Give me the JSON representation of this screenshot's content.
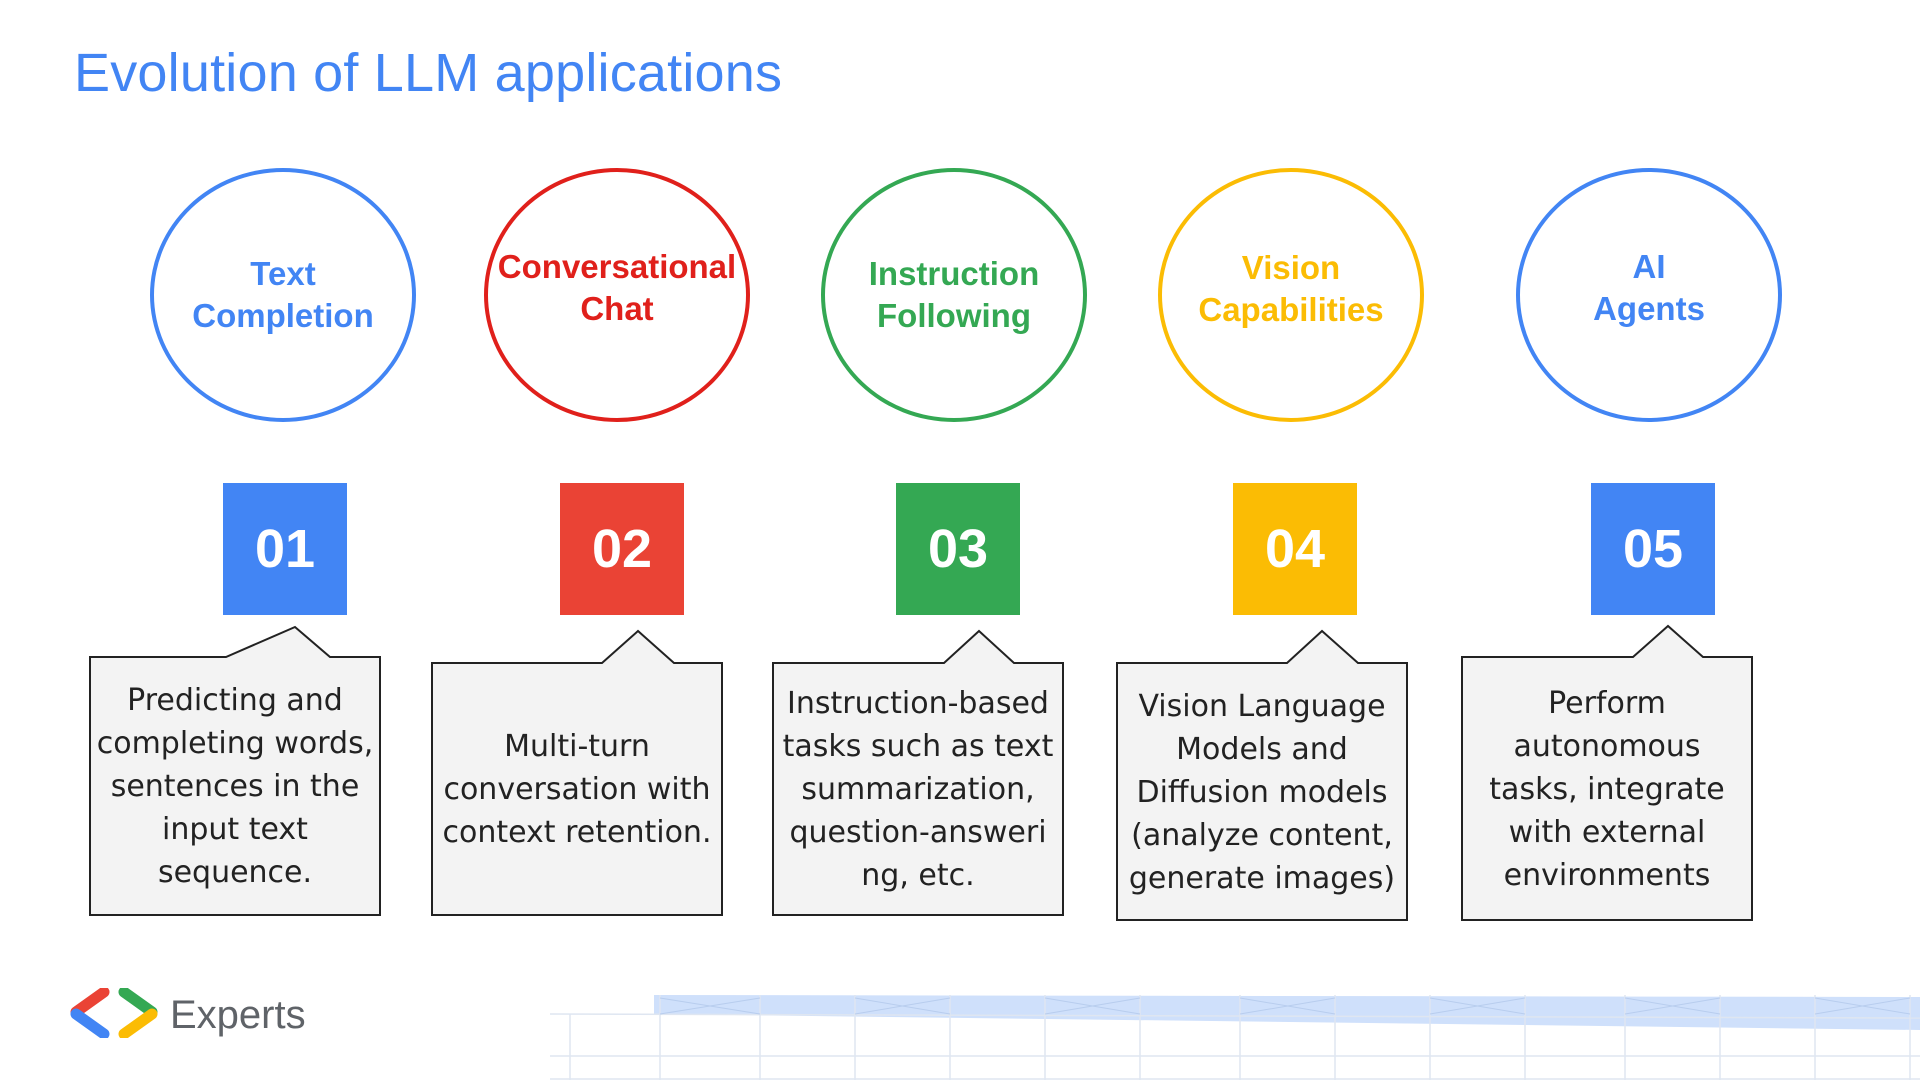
{
  "title": "Evolution of LLM applications",
  "colors": {
    "blue": "#4285f4",
    "red": "#e0201b",
    "green": "#34a853",
    "yellow": "#fbbc04",
    "red_box": "#ea4335"
  },
  "stages": [
    {
      "label": "Text Completion",
      "label_lines": [
        "Text",
        "Completion"
      ],
      "number": "01",
      "description": "Predicting and completing words, sentences in the input text sequence."
    },
    {
      "label": "Conversational Chat",
      "label_lines": [
        "Conversational",
        "Chat"
      ],
      "number": "02",
      "description": "Multi-turn conversation with context retention."
    },
    {
      "label": "Instruction Following",
      "label_lines": [
        "Instruction",
        "Following"
      ],
      "number": "03",
      "description": "Instruction-based tasks such as text summarization, question-answeri ng, etc."
    },
    {
      "label": "Vision Capabilities",
      "label_lines": [
        "Vision",
        "Capabilities"
      ],
      "number": "04",
      "description": "Vision Language Models and Diffusion models (analyze content, generate images)"
    },
    {
      "label": "AI Agents",
      "label_lines": [
        "AI",
        "Agents"
      ],
      "number": "05",
      "description": "Perform autonomous tasks, integrate with external environments"
    }
  ],
  "footer": {
    "brand": "Experts",
    "logo_icon": "code-brackets-icon"
  }
}
